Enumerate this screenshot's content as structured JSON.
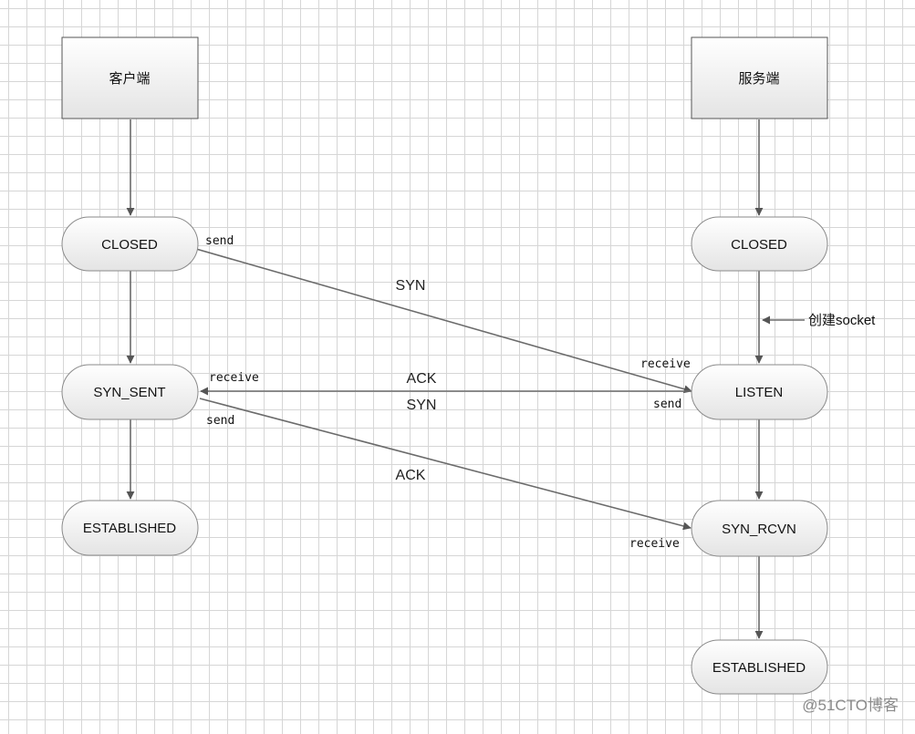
{
  "nodes": {
    "client_header": "客户端",
    "server_header": "服务端",
    "client_closed": "CLOSED",
    "client_syn_sent": "SYN_SENT",
    "client_established": "ESTABLISHED",
    "server_closed": "CLOSED",
    "server_listen": "LISTEN",
    "server_syn_rcvn": "SYN_RCVN",
    "server_established": "ESTABLISHED"
  },
  "edge_labels": {
    "syn": "SYN",
    "ack_1": "ACK",
    "syn_2": "SYN",
    "ack_2": "ACK",
    "create_socket": "创建socket"
  },
  "event_labels": {
    "client_send_1": "send",
    "server_receive_1": "receive",
    "client_receive": "receive",
    "server_send": "send",
    "client_send_2": "send",
    "server_receive_2": "receive"
  },
  "watermark": "@51CTO博客",
  "colors": {
    "grid": "#d6d6d6",
    "edge": "#6b6b6b",
    "node_border": "#8a8a8a",
    "node_fill_top": "#ffffff",
    "node_fill_bottom": "#e4e4e4"
  }
}
